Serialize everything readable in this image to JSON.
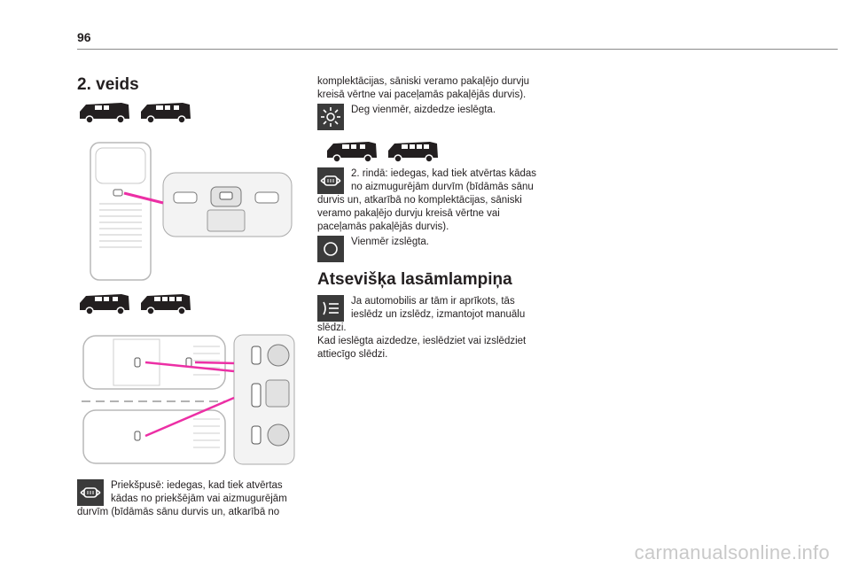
{
  "page": {
    "number": "96"
  },
  "left": {
    "heading": "2. veids",
    "front_para": {
      "line1": "Priekšpusē: iedegas, kad tiek atvērtas",
      "line2": "kādas no priekšējām vai aizmugurējām",
      "line3": "durvīm (bīdāmās sānu durvis un, atkarībā no"
    }
  },
  "right": {
    "cont_para": {
      "line1": "komplektācijas, sāniski veramo pakaļējo durvju",
      "line2": "kreisā vērtne vai paceļamās pakaļējās durvis)."
    },
    "always_on": {
      "text": "Deg vienmēr, aizdedze ieslēgta."
    },
    "rear_para": {
      "line1": "2. rindā: iedegas, kad tiek atvērtas kādas",
      "line2": "no aizmugurējām durvīm (bīdāmās sānu",
      "line3": "durvis un, atkarībā no komplektācijas, sāniski",
      "line4": "veramo pakaļējo durvju kreisā vērtne vai",
      "line5": "paceļamās pakaļējās durvis)."
    },
    "always_off": {
      "text": "Vienmēr izslēgta."
    },
    "section_heading": "Atsevišķa lasāmlampiņa",
    "reading_para": {
      "line1": "Ja automobilis ar tām ir aprīkots, tās",
      "line2": "ieslēdz un izslēdz, izmantojot manuālu",
      "line3": "slēdzi.",
      "line4": "Kad ieslēgta aizdedze, ieslēdziet vai izslēdziet",
      "line5": "attiecīgo slēdzi."
    }
  },
  "icons": {
    "door_light": "door-courtesy-light-icon",
    "sun": "light-on-icon",
    "off": "light-off-icon",
    "reading": "reading-lamp-icon",
    "van": "van-silhouette-icon"
  },
  "colors": {
    "accent": "#ec2fa5",
    "icon_bg": "#3b3b3b",
    "rule": "#8a8a8a"
  },
  "watermark": "carmanualsonline.info"
}
